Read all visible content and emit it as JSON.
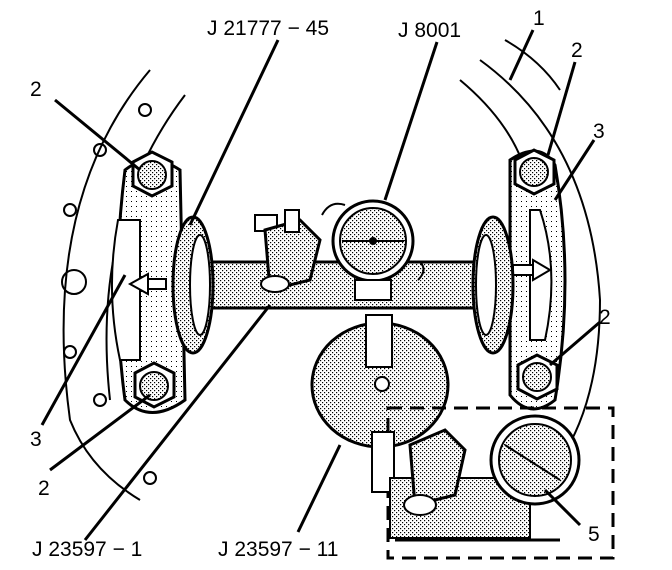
{
  "figure": {
    "labels": {
      "tool_top_left": "J 21777 − 45",
      "tool_top_mid": "J 8001",
      "num_1": "1",
      "num_2_top_right": "2",
      "num_3_right": "3",
      "num_2_top_left": "2",
      "num_2_right": "2",
      "num_3_left": "3",
      "num_2_bottom_left": "2",
      "tool_bottom_left": "J 23597 − 1",
      "tool_bottom_mid": "J 23597 − 11",
      "num_5": "5"
    }
  }
}
